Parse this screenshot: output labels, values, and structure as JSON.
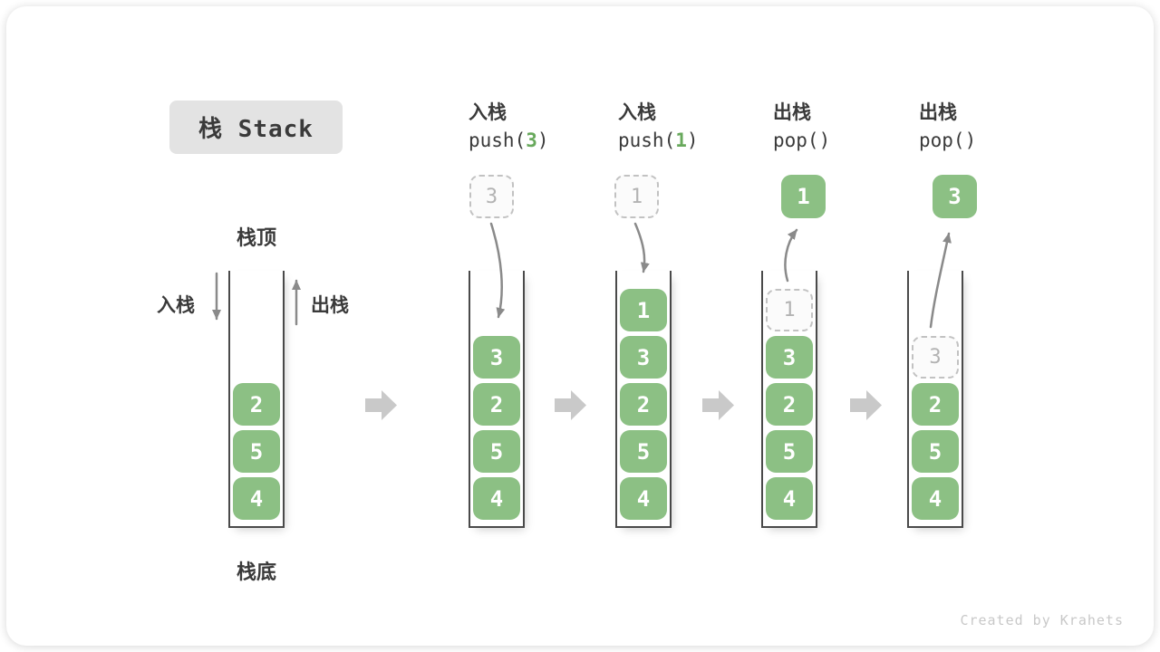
{
  "title": "栈 Stack",
  "watermark": "Created by Krahets",
  "side_labels": {
    "push": "入栈",
    "pop": "出栈",
    "stack_top": "栈顶",
    "stack_bottom": "栈底"
  },
  "colors": {
    "green": "#8CC084",
    "code_green": "#68A95C",
    "ink": "#3A3A3A",
    "wall": "#4A4A4A",
    "ghost_border": "#C2C2C2",
    "ghost_text": "#B3B3B3",
    "arrow": "#8A8A8A",
    "block_arrow": "#C9C9C9",
    "title_bg": "#E3E3E3",
    "watermark_color": "#C8C8C8"
  },
  "stages": [
    {
      "name": "initial",
      "label_cjk": "",
      "code": null,
      "float_box": null,
      "slots": [
        null,
        null,
        {
          "v": "2",
          "ghost": false
        },
        {
          "v": "5",
          "ghost": false
        },
        {
          "v": "4",
          "ghost": false
        }
      ]
    },
    {
      "name": "push-3",
      "label_cjk": "入栈",
      "code": {
        "pre": "push(",
        "arg": "3",
        "post": ")"
      },
      "float_box": {
        "v": "3",
        "ghost": true
      },
      "slots": [
        null,
        {
          "v": "3",
          "ghost": false
        },
        {
          "v": "2",
          "ghost": false
        },
        {
          "v": "5",
          "ghost": false
        },
        {
          "v": "4",
          "ghost": false
        }
      ]
    },
    {
      "name": "push-1",
      "label_cjk": "入栈",
      "code": {
        "pre": "push(",
        "arg": "1",
        "post": ")"
      },
      "float_box": {
        "v": "1",
        "ghost": true
      },
      "slots": [
        {
          "v": "1",
          "ghost": false
        },
        {
          "v": "3",
          "ghost": false
        },
        {
          "v": "2",
          "ghost": false
        },
        {
          "v": "5",
          "ghost": false
        },
        {
          "v": "4",
          "ghost": false
        }
      ]
    },
    {
      "name": "pop-1",
      "label_cjk": "出栈",
      "code": {
        "pre": "pop(",
        "arg": "",
        "post": ")"
      },
      "float_box": {
        "v": "1",
        "ghost": false
      },
      "slots": [
        {
          "v": "1",
          "ghost": true
        },
        {
          "v": "3",
          "ghost": false
        },
        {
          "v": "2",
          "ghost": false
        },
        {
          "v": "5",
          "ghost": false
        },
        {
          "v": "4",
          "ghost": false
        }
      ]
    },
    {
      "name": "pop-3",
      "label_cjk": "出栈",
      "code": {
        "pre": "pop(",
        "arg": "",
        "post": ")"
      },
      "float_box": {
        "v": "3",
        "ghost": false
      },
      "slots": [
        null,
        {
          "v": "3",
          "ghost": true
        },
        {
          "v": "2",
          "ghost": false
        },
        {
          "v": "5",
          "ghost": false
        },
        {
          "v": "4",
          "ghost": false
        }
      ]
    }
  ]
}
